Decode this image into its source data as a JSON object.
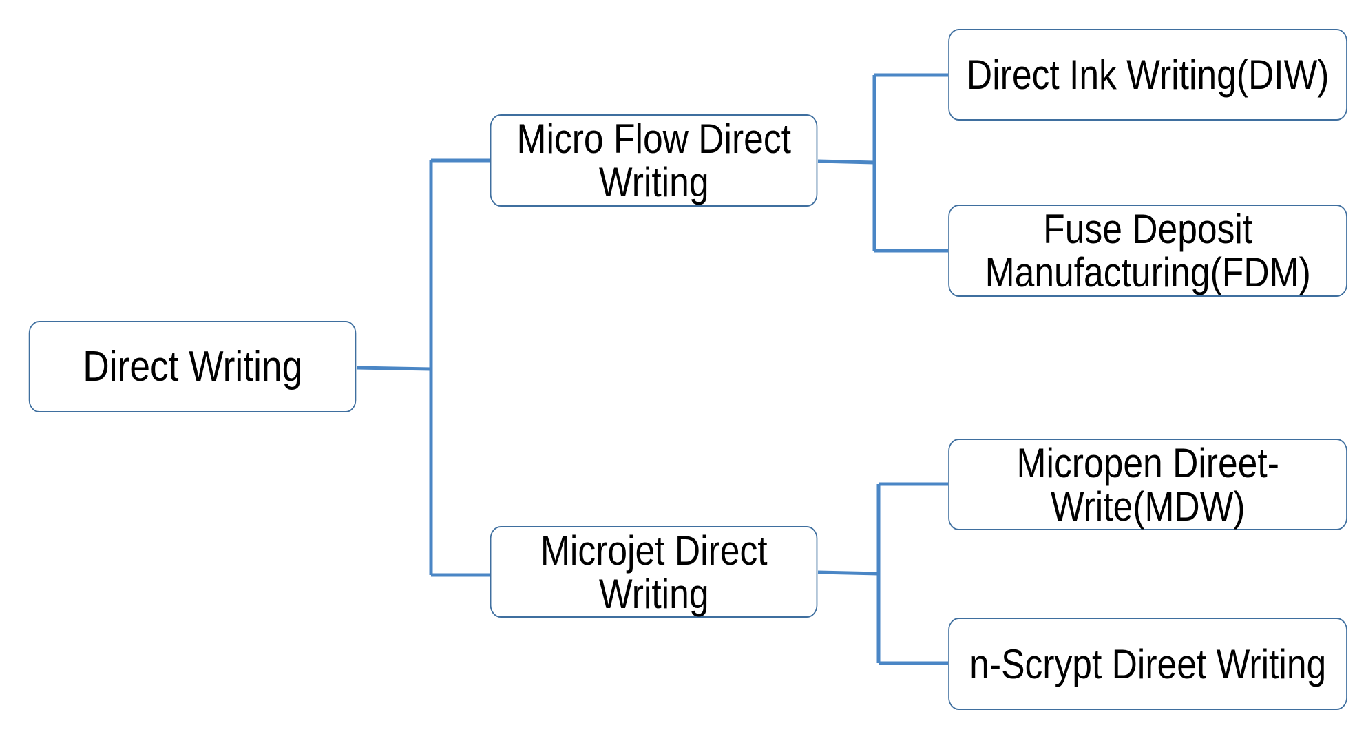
{
  "diagram": {
    "root": {
      "label": "Direct  Writing"
    },
    "branches": [
      {
        "label": "Micro  Flow  Direct\nWriting",
        "children": [
          {
            "label": "Direct Ink Writing(DIW)"
          },
          {
            "label": "Fuse Deposit\nManufacturing(FDM)"
          }
        ]
      },
      {
        "label": "Microjet Direct\nWriting",
        "children": [
          {
            "label": "Micropen Direet-\nWrite(MDW)"
          },
          {
            "label": "n-Scrypt Direet Writing"
          }
        ]
      }
    ],
    "colors": {
      "connector": "#4a86c5",
      "node_border": "#3f6f9f",
      "text": "#000000"
    }
  }
}
